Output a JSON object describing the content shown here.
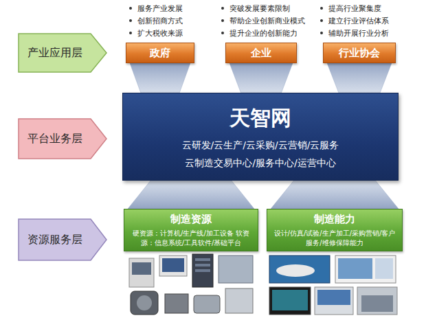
{
  "diagram": {
    "nodes": [
      {
        "text": [
          "产业应用层"
        ]
      },
      {
        "text": [
          "政府"
        ]
      },
      {
        "text": [
          "企业"
        ]
      },
      {
        "text": [
          "行业协会"
        ]
      },
      {
        "text": [
          "平台业务层"
        ]
      },
      {
        "text": [
          "天智网",
          "云研发/云生产/云采购/云营销/云服务",
          "云制造交易中心/服务中心/运营中心"
        ]
      },
      {
        "text": [
          "资源服务层"
        ]
      },
      {
        "text": [
          "制造资源",
          "硬资源：计算机/生产线/加工设备 软资源：信息系统/工具软件/基础平台"
        ]
      },
      {
        "text": [
          "制造能力",
          "设计/仿真/试验/生产加工/采购营销/客户服务/维修保障能力"
        ]
      }
    ],
    "edges": [
      {
        "from": 1,
        "to": 5,
        "arrow": "none"
      },
      {
        "from": 2,
        "to": 5,
        "arrow": "none"
      },
      {
        "from": 3,
        "to": 5,
        "arrow": "none"
      },
      {
        "from": 7,
        "to": 5,
        "arrow": "none"
      },
      {
        "from": 8,
        "to": 5,
        "arrow": "none"
      }
    ],
    "labels": [
      "服务产业发展",
      "创新招商方式",
      "扩大税收来源",
      "突破发展要素限制",
      "帮助企业创新商业模式",
      "提升企业的创新能力",
      "提高行业聚集度",
      "建立行业评估体系",
      "辅助开展行业分析"
    ]
  }
}
